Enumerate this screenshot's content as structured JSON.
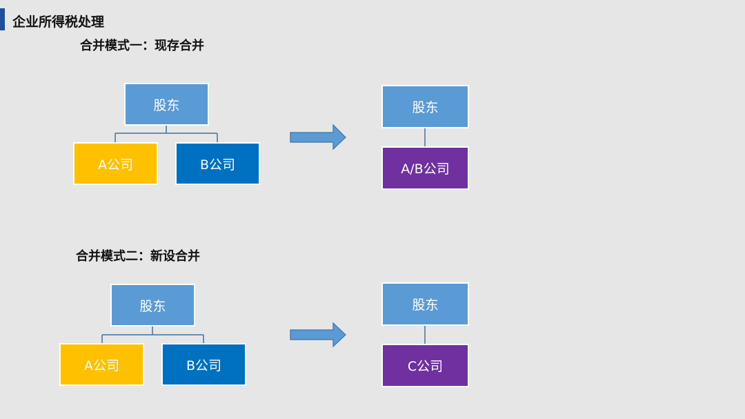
{
  "header": {
    "title": "企业所得税处理"
  },
  "mode1": {
    "title": "合并模式一：现存合并",
    "before": {
      "shareholder": "股东",
      "company_a": "A公司",
      "company_b": "B公司"
    },
    "after": {
      "shareholder": "股东",
      "merged": "A/B公司"
    }
  },
  "mode2": {
    "title": "合并模式二：新设合并",
    "before": {
      "shareholder": "股东",
      "company_a": "A公司",
      "company_b": "B公司"
    },
    "after": {
      "shareholder": "股东",
      "merged": "C公司"
    }
  },
  "colors": {
    "accent": "#1f4e9c",
    "shareholder": "#5b9bd5",
    "company_a": "#ffc000",
    "company_b": "#0070c0",
    "merged": "#7030a0",
    "arrow": "#5b9bd5",
    "connector": "#41719c"
  }
}
